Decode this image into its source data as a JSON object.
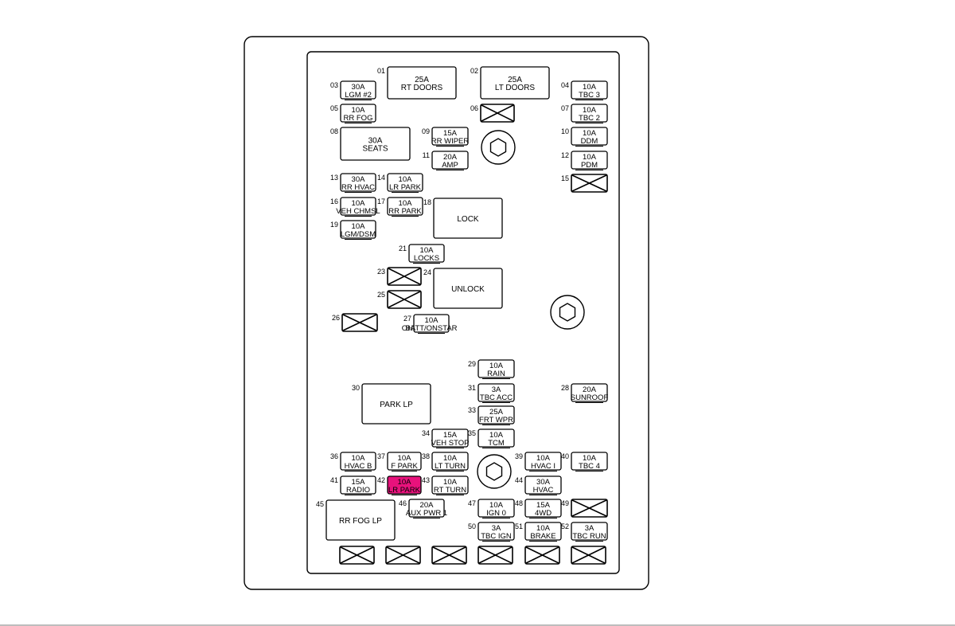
{
  "fuses": [
    {
      "n": "01",
      "amp": "25A",
      "label": "RT DOORS",
      "big": true
    },
    {
      "n": "02",
      "amp": "25A",
      "label": "LT DOORS",
      "big": true
    },
    {
      "n": "03",
      "amp": "30A",
      "label": "LGM #2"
    },
    {
      "n": "04",
      "amp": "10A",
      "label": "TBC 3"
    },
    {
      "n": "05",
      "amp": "10A",
      "label": "RR FOG"
    },
    {
      "n": "06",
      "empty": true
    },
    {
      "n": "07",
      "amp": "10A",
      "label": "TBC 2"
    },
    {
      "n": "08",
      "amp": "30A",
      "label": "SEATS",
      "big": true
    },
    {
      "n": "09",
      "amp": "15A",
      "label": "RR WIPER"
    },
    {
      "n": "10",
      "amp": "10A",
      "label": "DDM"
    },
    {
      "n": "11",
      "amp": "20A",
      "label": "AMP"
    },
    {
      "n": "12",
      "amp": "10A",
      "label": "PDM"
    },
    {
      "n": "13",
      "amp": "30A",
      "label": "RR HVAC"
    },
    {
      "n": "14",
      "amp": "10A",
      "label": "LR PARK"
    },
    {
      "n": "15",
      "empty": true
    },
    {
      "n": "16",
      "amp": "10A",
      "label": "VEH CHMSL"
    },
    {
      "n": "17",
      "amp": "10A",
      "label": "RR PARK"
    },
    {
      "n": "18",
      "label": "LOCK",
      "big": true
    },
    {
      "n": "19",
      "amp": "10A",
      "label": "LGM/DSM"
    },
    {
      "n": "21",
      "amp": "10A",
      "label": "LOCKS"
    },
    {
      "n": "23",
      "empty": true
    },
    {
      "n": "24",
      "label": "UNLOCK",
      "big": true
    },
    {
      "n": "25",
      "empty": true
    },
    {
      "n": "26",
      "empty": true
    },
    {
      "n": "27",
      "amp": "10A",
      "label": "BATT/ONSTAR",
      "prefix": "OH"
    },
    {
      "n": "28",
      "amp": "20A",
      "label": "SUNROOF"
    },
    {
      "n": "29",
      "amp": "10A",
      "label": "RAIN"
    },
    {
      "n": "30",
      "label": "PARK LP",
      "big": true
    },
    {
      "n": "31",
      "amp": "3A",
      "label": "TBC ACC"
    },
    {
      "n": "33",
      "amp": "25A",
      "label": "FRT WPR"
    },
    {
      "n": "34",
      "amp": "15A",
      "label": "VEH STOP"
    },
    {
      "n": "35",
      "amp": "10A",
      "label": "TCM"
    },
    {
      "n": "36",
      "amp": "10A",
      "label": "HVAC B"
    },
    {
      "n": "37",
      "amp": "10A",
      "label": "F PARK"
    },
    {
      "n": "38",
      "amp": "10A",
      "label": "LT TURN"
    },
    {
      "n": "39",
      "amp": "10A",
      "label": "HVAC I"
    },
    {
      "n": "40",
      "amp": "10A",
      "label": "TBC 4"
    },
    {
      "n": "41",
      "amp": "15A",
      "label": "RADIO"
    },
    {
      "n": "42",
      "amp": "10A",
      "label": "LR PARK",
      "highlight": true
    },
    {
      "n": "43",
      "amp": "10A",
      "label": "RT TURN"
    },
    {
      "n": "44",
      "amp": "30A",
      "label": "HVAC"
    },
    {
      "n": "45",
      "label": "RR FOG LP",
      "big": true
    },
    {
      "n": "46",
      "amp": "20A",
      "label": "AUX PWR 1"
    },
    {
      "n": "47",
      "amp": "10A",
      "label": "IGN 0"
    },
    {
      "n": "48",
      "amp": "15A",
      "label": "4WD"
    },
    {
      "n": "49",
      "empty": true
    },
    {
      "n": "50",
      "amp": "3A",
      "label": "TBC IGN"
    },
    {
      "n": "51",
      "amp": "10A",
      "label": "BRAKE"
    },
    {
      "n": "52",
      "amp": "3A",
      "label": "TBC RUN"
    },
    {
      "n": "",
      "empty": true
    },
    {
      "n": "",
      "empty": true
    },
    {
      "n": "",
      "empty": true
    },
    {
      "n": "",
      "empty": true
    },
    {
      "n": "",
      "empty": true
    },
    {
      "n": "",
      "empty": true
    }
  ],
  "bolts": 3,
  "colors": {
    "outline": "#000000",
    "panel_fill": "#ffffff",
    "highlight": "#e8127c",
    "bottom_rule": "#bdbdbd"
  }
}
